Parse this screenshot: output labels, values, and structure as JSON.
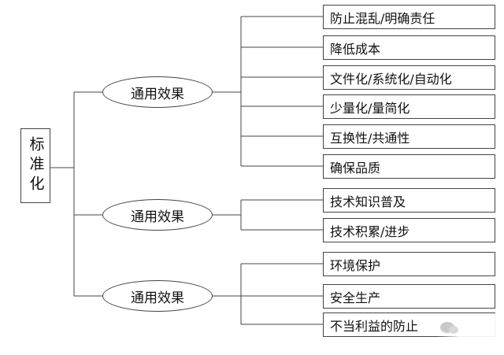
{
  "diagram": {
    "root": "标准化",
    "groups": [
      {
        "label": "通用效果",
        "items": [
          "防止混乱/明确责任",
          "降低成本",
          "文件化/系统化/自动化",
          "少量化/量简化",
          "互换性/共通性",
          "确保品质"
        ]
      },
      {
        "label": "通用效果",
        "items": [
          "技术知识普及",
          "技术积累/进步"
        ]
      },
      {
        "label": "通用效果",
        "items": [
          "环境保护",
          "安全生产",
          "不当利益的防止"
        ]
      }
    ],
    "colors": {
      "line": "#444444",
      "fill": "#ffffff",
      "text": "#111111"
    },
    "watermark_icon": "wechat-logo-icon"
  }
}
